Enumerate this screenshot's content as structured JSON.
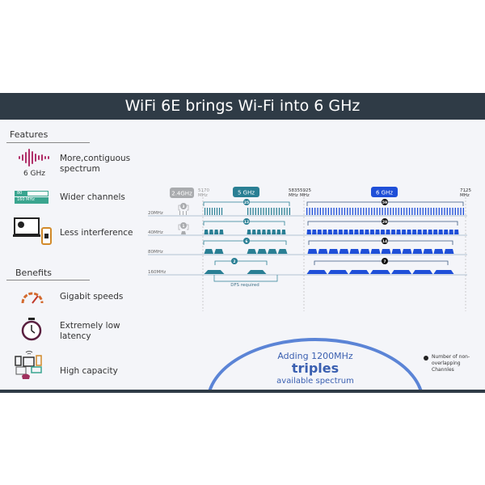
{
  "title": "WiFi 6E brings Wi-Fi into 6 GHz",
  "features": {
    "heading": "Features",
    "items": [
      {
        "label": "More,contiguous spectrum",
        "icon": "waveform-icon",
        "icon_text": "6 GHz"
      },
      {
        "label": "Wider channels",
        "icon": "channel-width-icon",
        "icon_text": [
          "80",
          "160 MHz"
        ]
      },
      {
        "label": "Less interference",
        "icon": "devices-icon"
      }
    ]
  },
  "benefits": {
    "heading": "Benefits",
    "items": [
      {
        "label": "Gigabit speeds",
        "icon": "speedometer-icon"
      },
      {
        "label": "Extremely low latency",
        "icon": "stopwatch-icon"
      },
      {
        "label": "High capacity",
        "icon": "multi-device-icon"
      }
    ]
  },
  "spectrum": {
    "bands": [
      {
        "label": "2.4GHz",
        "color": "#a9abae"
      },
      {
        "label": "5 GHz",
        "color": "#2a7f94"
      },
      {
        "label": "6 GHz",
        "color": "#1f4fd8"
      }
    ],
    "freq_labels": [
      "5170\nMHz",
      "5835\nMHz",
      "5925\nMHz",
      "7125\nMHz"
    ],
    "rows": [
      {
        "label": "20MHz",
        "counts": {
          "2.4": "3",
          "5": "25",
          "6": "59"
        }
      },
      {
        "label": "40MHz",
        "counts": {
          "2.4": "1",
          "5": "12",
          "6": "29"
        }
      },
      {
        "label": "80MHz",
        "counts": {
          "5": "6",
          "6": "14"
        }
      },
      {
        "label": "160MHz",
        "counts": {
          "5": "2",
          "6": "7"
        }
      }
    ],
    "dfs_label": "DFS required",
    "legend": "Number of non-overlapping Channles"
  },
  "callout": {
    "line1": "Adding 1200MHz",
    "line2": "triples",
    "line3": "available spectrum"
  }
}
